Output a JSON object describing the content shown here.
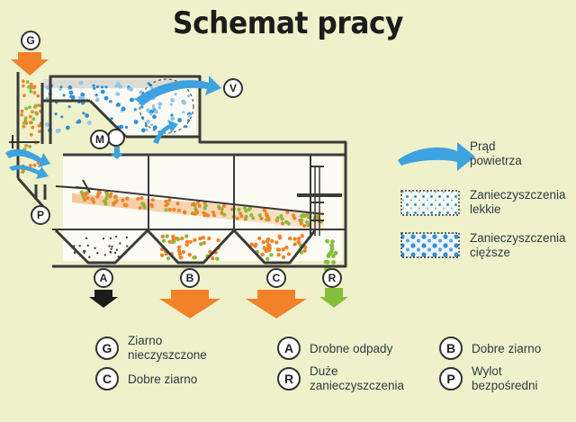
{
  "title": "Schemat pracy",
  "markers": {
    "G": "G",
    "V": "V",
    "M": "M",
    "P": "P",
    "A": "A",
    "B": "B",
    "C": "C",
    "R": "R"
  },
  "side_legend": {
    "air": "Prąd\npowietrza",
    "light": "Zanieczyszczenia\nlekkie",
    "heavy": "Zanieczyszczenia\ncięższe"
  },
  "legend": [
    {
      "key": "G",
      "text": "Ziarno\nnieczyszczone"
    },
    {
      "key": "C",
      "text": "Dobre ziarno"
    },
    {
      "key": "A",
      "text": "Drobne odpady"
    },
    {
      "key": "R",
      "text": "Duże\nzanieczyszczenia"
    },
    {
      "key": "B",
      "text": "Dobre ziarno"
    },
    {
      "key": "P",
      "text": "Wylot\nbezpośredni"
    }
  ],
  "colors": {
    "background": "#eef1c9",
    "air_arrow": "#3fa2e0",
    "orange": "#f2822a",
    "green": "#86bd3a",
    "dark": "#222222"
  }
}
